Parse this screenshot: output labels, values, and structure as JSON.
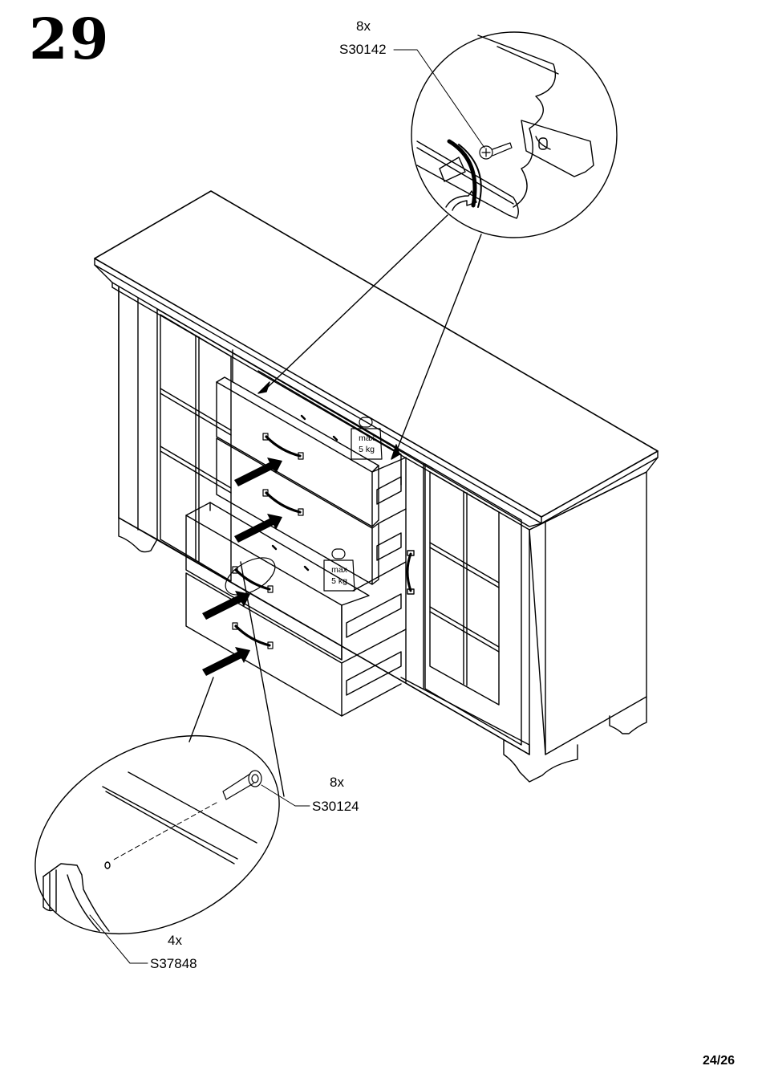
{
  "step": {
    "number": "29"
  },
  "callouts": {
    "top": {
      "quantity": "8x",
      "part_code": "S30142"
    },
    "right": {
      "quantity": "8x",
      "part_code": "S30124"
    },
    "bottom": {
      "quantity": "4x",
      "part_code": "S37848"
    }
  },
  "weight_badges": [
    {
      "line1": "max",
      "line2": "5 kg"
    },
    {
      "line1": "max",
      "line2": "5 kg"
    }
  ],
  "footer": {
    "page": "24/26"
  }
}
